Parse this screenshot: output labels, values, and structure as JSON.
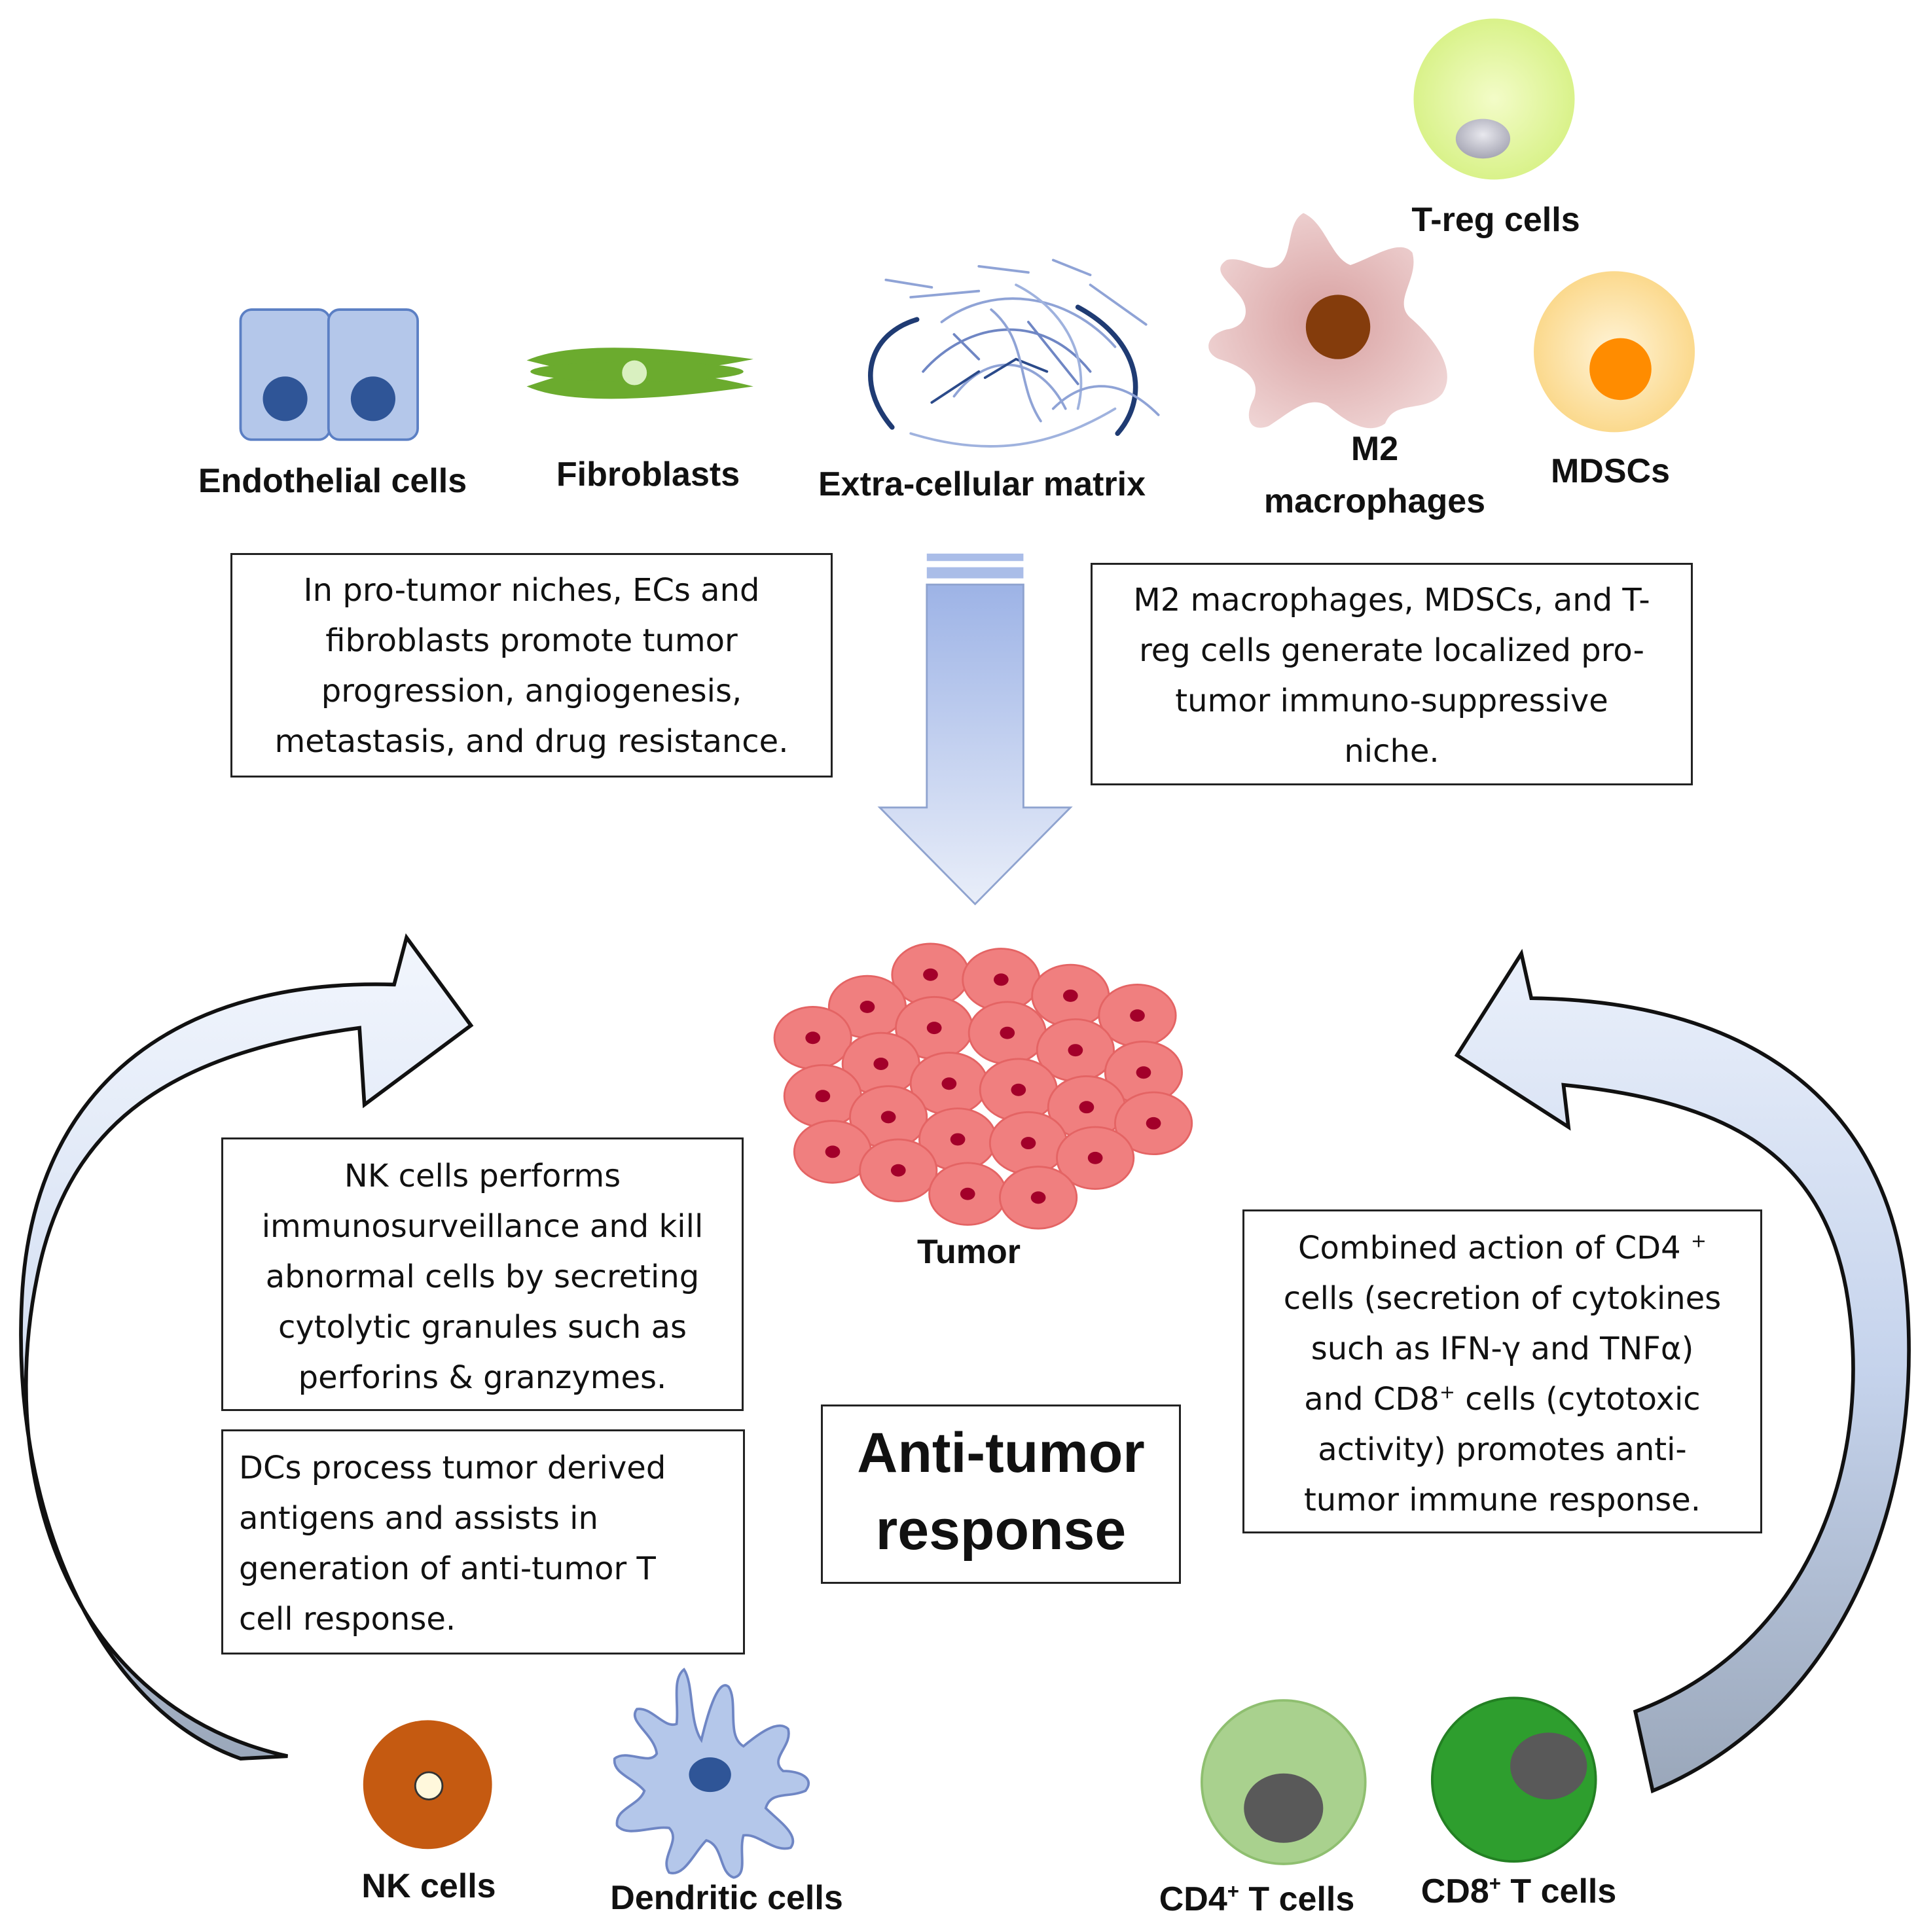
{
  "cells_top": {
    "endothelial": "Endothelial cells",
    "fibroblasts": "Fibroblasts",
    "ecm": "Extra-cellular matrix",
    "m2_line1": "M2",
    "m2_line2": "macrophages",
    "mdscs": "MDSCs",
    "treg": "T-reg cells"
  },
  "boxes": {
    "pro_tumor_left": [
      "In pro-tumor niches, ECs and",
      "fibroblasts promote tumor",
      "progression, angiogenesis,",
      "metastasis, and drug resistance."
    ],
    "pro_tumor_right": [
      "M2 macrophages, MDSCs, and T-",
      "reg cells generate localized pro-",
      "tumor immuno-suppressive",
      "niche."
    ],
    "nk": [
      "NK cells performs",
      "immunosurveillance and kill",
      "abnormal cells by secreting",
      "cytolytic granules such as",
      "perforins & granzymes."
    ],
    "dc": [
      "DCs process tumor derived",
      "antigens and assists in",
      "generation of anti-tumor T",
      "cell response."
    ],
    "tcell": {
      "l1_a": "Combined action of CD4",
      "l1_sup": "+",
      "l2": "cells (secretion of cytokines",
      "l3": "such as IFN-γ and TNFα)",
      "l4_a": "and CD8",
      "l4_sup": "+",
      "l4_b": " cells (cytotoxic",
      "l5": "activity) promotes anti-",
      "l6": "tumor immune response."
    },
    "anti_tumor": [
      "Anti-tumor",
      "response"
    ]
  },
  "tumor_label": "Tumor",
  "cells_bottom": {
    "nk": "NK cells",
    "dendritic": "Dendritic cells",
    "cd4_a": "CD4",
    "cd4_sup": "+",
    "cd4_b": " T cells",
    "cd8_a": "CD8",
    "cd8_sup": "+",
    "cd8_b": " T cells"
  },
  "colors": {
    "endothelial_fill": "#b4c7ea",
    "endothelial_nucleus": "#2f5597",
    "fibroblast": "#70ad47",
    "m2_body": "#e8c4c4",
    "m2_nucleus": "#843c0c",
    "mdsc_nucleus": "#ff8c00",
    "treg_body": "#e2f5a0",
    "tumor_cell": "#f07f7f",
    "tumor_nucleus": "#a3002a",
    "nk_body": "#c55a11",
    "dc_body": "#b4c7ea",
    "cd4_body": "#a9d18e",
    "cd8_body": "#2e9e2e",
    "arrow_fill": "#b4c7ea"
  },
  "icons": [
    "endothelial-cells-icon",
    "fibroblast-icon",
    "ecm-icon",
    "m2-macrophage-icon",
    "mdsc-icon",
    "treg-cell-icon",
    "tumor-icon",
    "nk-cell-icon",
    "dendritic-cell-icon",
    "cd4-t-cell-icon",
    "cd8-t-cell-icon",
    "down-arrow-icon",
    "left-cycle-arrow-icon",
    "right-cycle-arrow-icon"
  ]
}
